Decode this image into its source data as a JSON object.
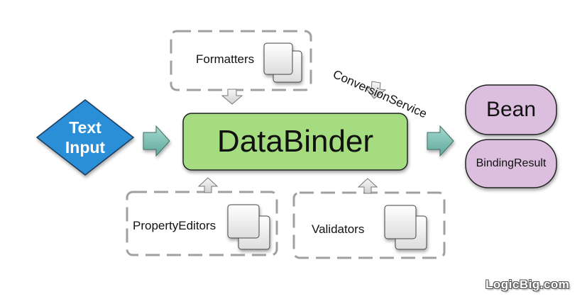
{
  "nodes": {
    "text_input": {
      "line1": "Text",
      "line2": "Input"
    },
    "databinder": "DataBinder",
    "bean": "Bean",
    "binding_result": "BindingResult"
  },
  "components": {
    "formatters": "Formatters",
    "conversion_service": "ConversionService",
    "property_editors": "PropertyEditors",
    "validators": "Validators"
  },
  "watermark": "LogicBig.com",
  "colors": {
    "text_input_fill": "#2b8fd6",
    "databinder_fill": "#a4dc7f",
    "bean_fill": "#dcbfdf",
    "arrow_fill": "#7fbfb3",
    "dashed_border": "#a0a0a0"
  }
}
